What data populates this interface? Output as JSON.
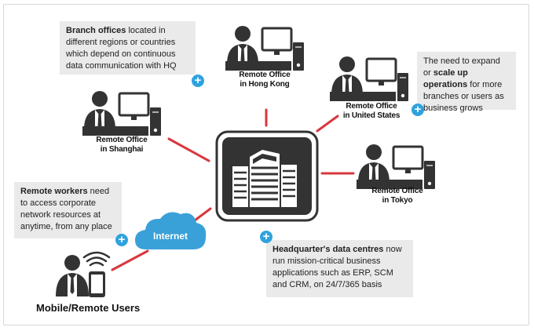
{
  "callouts": {
    "branch": {
      "bold": "Branch offices",
      "text": " located in different regions or countries which depend on continuous data communication with HQ"
    },
    "expand": {
      "pre": "The need to expand or ",
      "bold": "scale up operations",
      "post": " for more branches or users as business grows"
    },
    "remote": {
      "bold": "Remote workers",
      "text": " need to access corporate network resources at anytime, from any place"
    },
    "hq": {
      "bold": "Headquarter's data centres",
      "text": " now run mission-critical business applications such as ERP, SCM and CRM, on 24/7/365 basis"
    }
  },
  "plus_symbol": "+",
  "offices": {
    "hongkong": {
      "line1": "Remote Office",
      "line2": "in Hong Kong"
    },
    "shanghai": {
      "line1": "Remote Office",
      "line2": "in Shanghai"
    },
    "us": {
      "line1": "Remote Office",
      "line2": "in United States"
    },
    "tokyo": {
      "line1": "Remote Office",
      "line2": "in Tokyo"
    }
  },
  "internet_label": "Internet",
  "mobile_label": "Mobile/Remote Users",
  "colors": {
    "accent": "#2ea3dd",
    "connector": "#d9373d",
    "icon": "#333333",
    "callout_bg": "#eaeaea",
    "cloud": "#3aa0d8"
  }
}
